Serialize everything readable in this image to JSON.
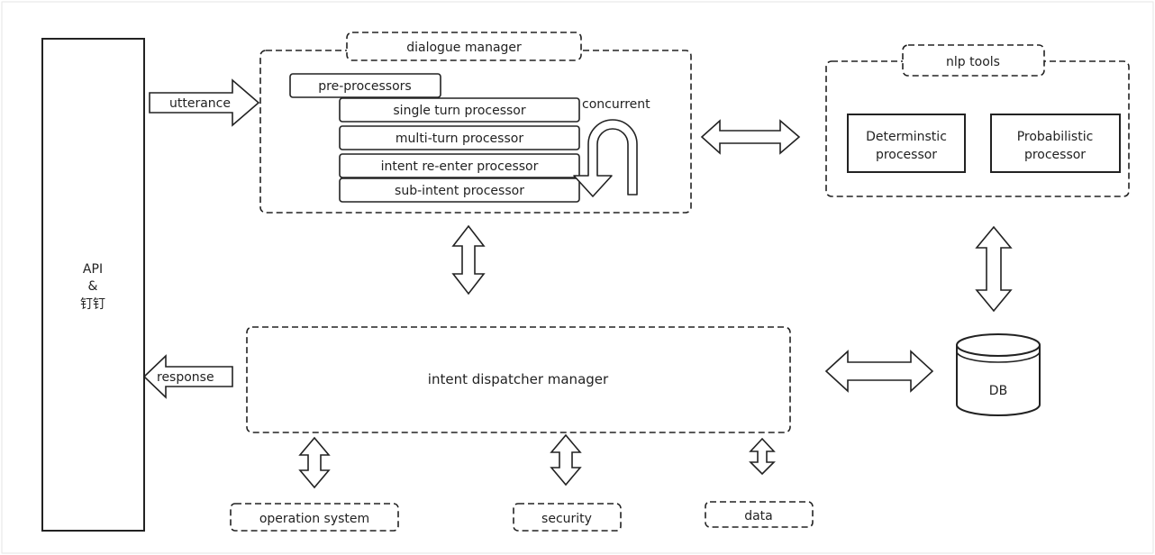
{
  "api_box": {
    "line1": "API",
    "line2": "&",
    "line3": "钉钉"
  },
  "arrows": {
    "utterance": "utterance",
    "response": "response",
    "concurrent": "concurrent"
  },
  "dialogue_manager": {
    "title": "dialogue manager",
    "processors": [
      "pre-processors",
      "single turn processor",
      "multi-turn processor",
      "intent re-enter processor",
      "sub-intent processor"
    ]
  },
  "nlp_tools": {
    "title": "nlp tools",
    "deterministic": {
      "line1": "Determinstic",
      "line2": "processor"
    },
    "probabilistic": {
      "line1": "Probabilistic",
      "line2": "processor"
    }
  },
  "intent_dispatcher": {
    "label": "intent dispatcher manager"
  },
  "db": {
    "label": "DB"
  },
  "bottom_modules": {
    "operation_system": "operation system",
    "security": "security",
    "data": "data"
  }
}
